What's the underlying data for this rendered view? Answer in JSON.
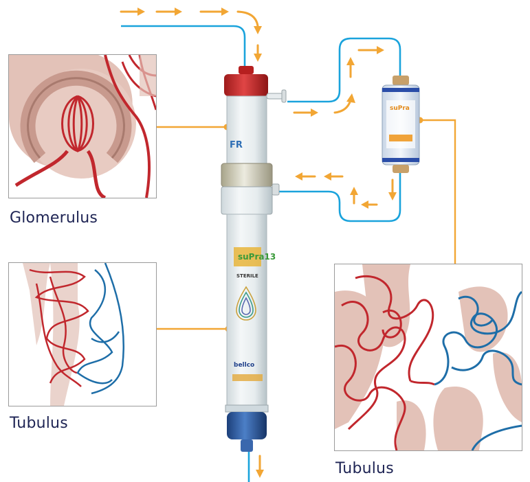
{
  "labels": {
    "glomerulus": "Glomerulus",
    "tubulus_left": "Tubulus",
    "tubulus_right": "Tubulus"
  },
  "devices": {
    "main_filter_text": "suPra13",
    "main_filter_small_text": "STERILE",
    "main_filter_brand": "bellco",
    "upper_filter_text": "FR",
    "side_cartridge_text": "suPra"
  },
  "colors": {
    "arrow_orange": "#f2a634",
    "tube_blue": "#1aa3dc",
    "connector_orange": "#f2a634",
    "artery_red": "#c1272d",
    "vein_blue": "#1e6ea8",
    "tissue_pink": "#e3c2b8",
    "cap_red": "#d32f2f",
    "cap_blue": "#2a5da8",
    "label_navy": "#1e2454"
  }
}
